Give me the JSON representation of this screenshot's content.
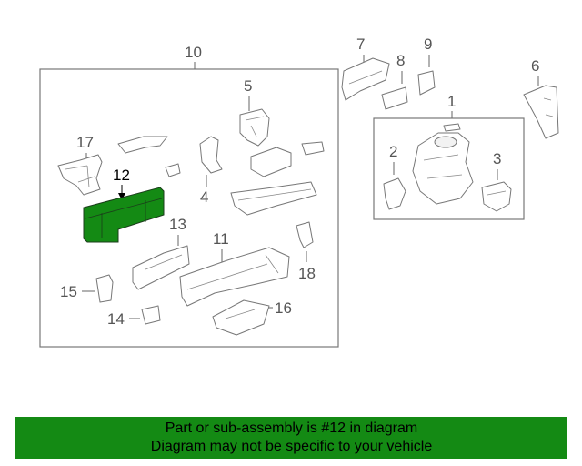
{
  "callouts": {
    "c1": "1",
    "c2": "2",
    "c3": "3",
    "c4": "4",
    "c5": "5",
    "c6": "6",
    "c7": "7",
    "c8": "8",
    "c9": "9",
    "c10": "10",
    "c11": "11",
    "c12": "12",
    "c13": "13",
    "c14": "14",
    "c15": "15",
    "c16": "16",
    "c17": "17",
    "c18": "18"
  },
  "highlighted_part": "12",
  "colors": {
    "highlight": "#148a14",
    "banner": "#148a14",
    "line": "#777777"
  },
  "banner": {
    "line1": "Part or sub-assembly is #12 in diagram",
    "line2": "Diagram may not be specific to your vehicle"
  }
}
